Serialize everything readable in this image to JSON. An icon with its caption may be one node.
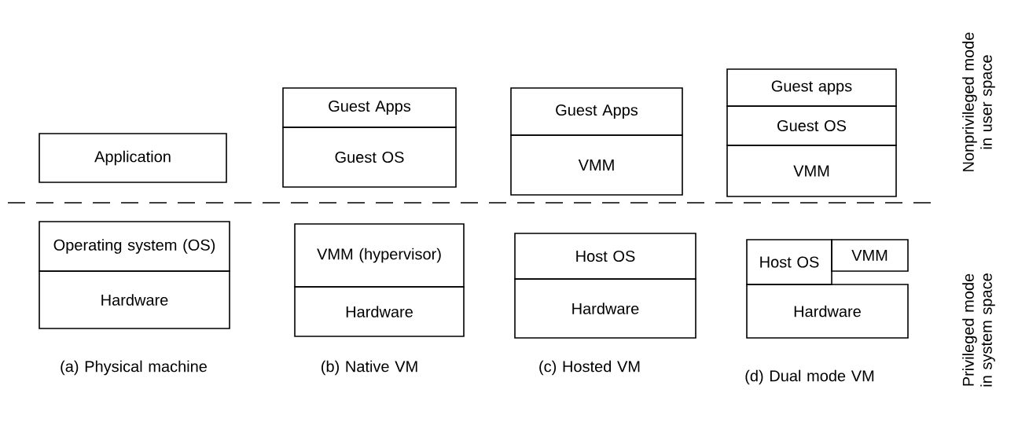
{
  "diagram": {
    "nodes": [
      {
        "text": [
          "Application"
        ]
      },
      {
        "text": [
          "Guest Apps"
        ]
      },
      {
        "text": [
          "Guest OS"
        ]
      },
      {
        "text": [
          "Guest Apps"
        ]
      },
      {
        "text": [
          "VMM"
        ]
      },
      {
        "text": [
          "Guest apps"
        ]
      },
      {
        "text": [
          "Guest OS"
        ]
      },
      {
        "text": [
          "VMM"
        ]
      },
      {
        "text": [
          "Operating system (OS)"
        ]
      },
      {
        "text": [
          "Hardware"
        ]
      },
      {
        "text": [
          "VMM (hypervisor)"
        ]
      },
      {
        "text": [
          "Hardware"
        ]
      },
      {
        "text": [
          "Host OS"
        ]
      },
      {
        "text": [
          "Hardware"
        ]
      },
      {
        "text": [
          "Host OS"
        ]
      },
      {
        "text": [
          "VMM"
        ]
      },
      {
        "text": [
          "Hardware"
        ]
      }
    ],
    "labels": [
      "Nonprivileged mode in user space",
      "(a) Physical machine",
      "(b) Native VM",
      "(c) Hosted VM",
      "(d) Dual mode VM",
      "Privileged mode in system space"
    ]
  }
}
